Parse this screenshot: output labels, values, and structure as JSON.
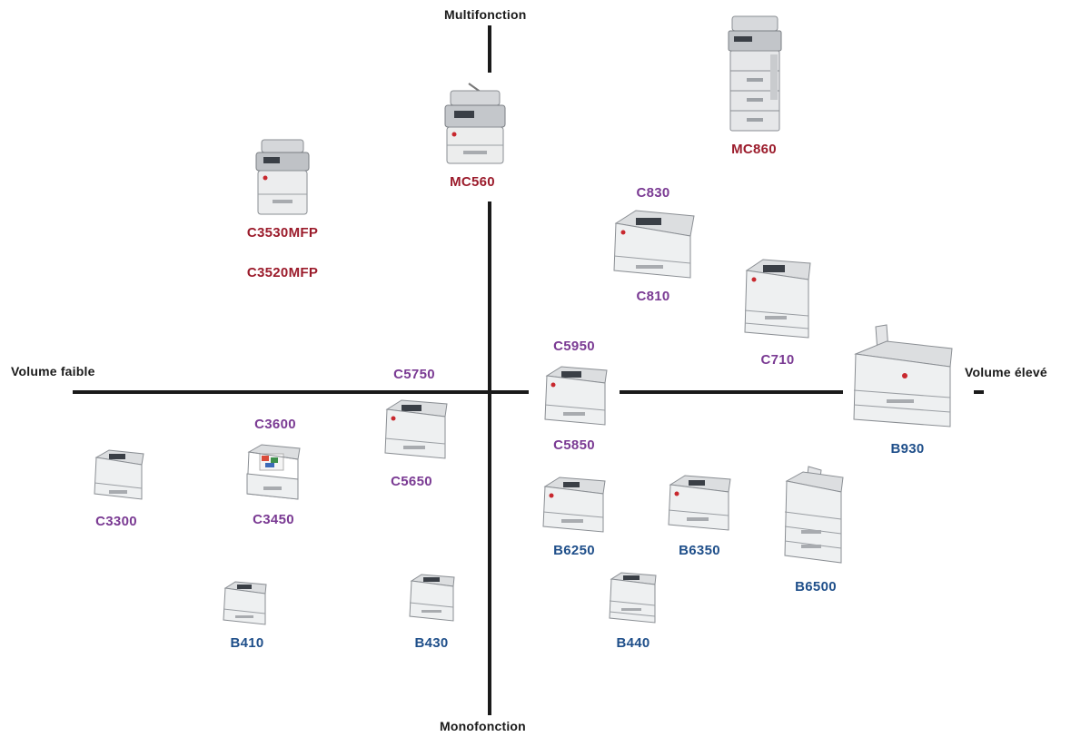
{
  "colors": {
    "mfp": "#9b1b2b",
    "color": "#7a3a93",
    "mono": "#1f4f8a",
    "axis": "#1a1a1a"
  },
  "axes": {
    "top": "Multifonction",
    "bottom": "Monofonction",
    "left": "Volume faible",
    "right": "Volume élevé"
  },
  "models": {
    "mc860": "MC860",
    "mc560": "MC560",
    "c3530mfp": "C3530MFP",
    "c3520mfp": "C3520MFP",
    "c830": "C830",
    "c810": "C810",
    "c710": "C710",
    "c5950": "C5950",
    "c5850": "C5850",
    "c5750": "C5750",
    "c5650": "C5650",
    "c3600": "C3600",
    "c3450": "C3450",
    "c3300": "C3300",
    "b930": "B930",
    "b6250": "B6250",
    "b6350": "B6350",
    "b6500": "B6500",
    "b410": "B410",
    "b430": "B430",
    "b440": "B440"
  },
  "icons": {
    "mfp": "multifunction-printer-icon",
    "laser": "laser-printer-icon",
    "tall": "floor-standing-printer-icon"
  }
}
